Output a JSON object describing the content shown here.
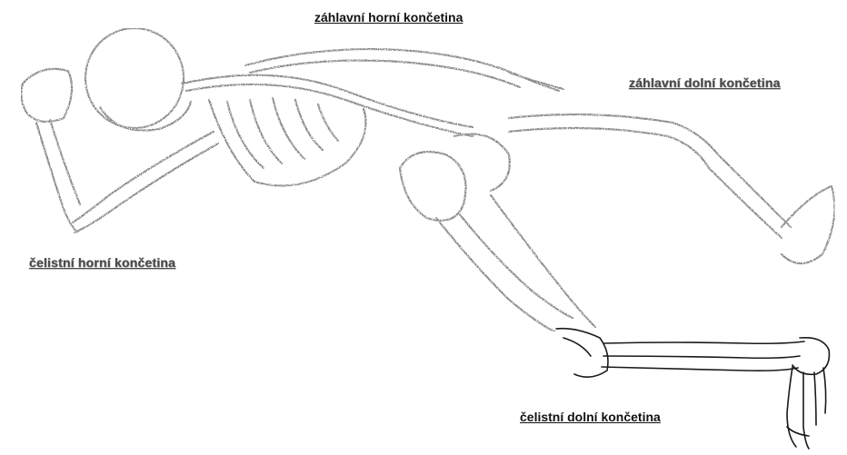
{
  "labels": {
    "top": "záhlavní horní končetina",
    "right": "záhlavní dolní končetina",
    "left": "čelistní horní končetina",
    "bottom": "čelistní dolní končetina"
  },
  "illustration": {
    "subject": "skeleton-crawling-pose",
    "stroke_color": "#1a1a1a",
    "faded_color": "#8a8a8a"
  }
}
